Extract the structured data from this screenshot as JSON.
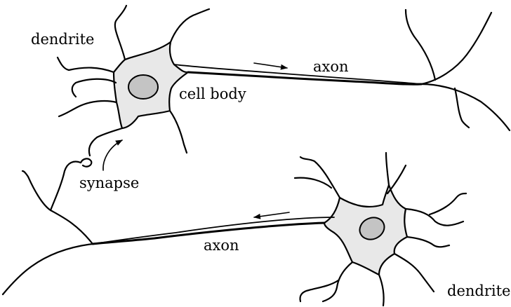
{
  "labels": {
    "dendrite_top": "dendrite",
    "axon_top": "axon",
    "cell_body": "cell body",
    "synapse": "synapse",
    "axon_bottom": "axon",
    "dendrite_bottom": "dendrite"
  },
  "colors": {
    "cell_fill": "#e8e8e8",
    "nucleus_fill": "#c4c4c4",
    "line": "#000000"
  }
}
